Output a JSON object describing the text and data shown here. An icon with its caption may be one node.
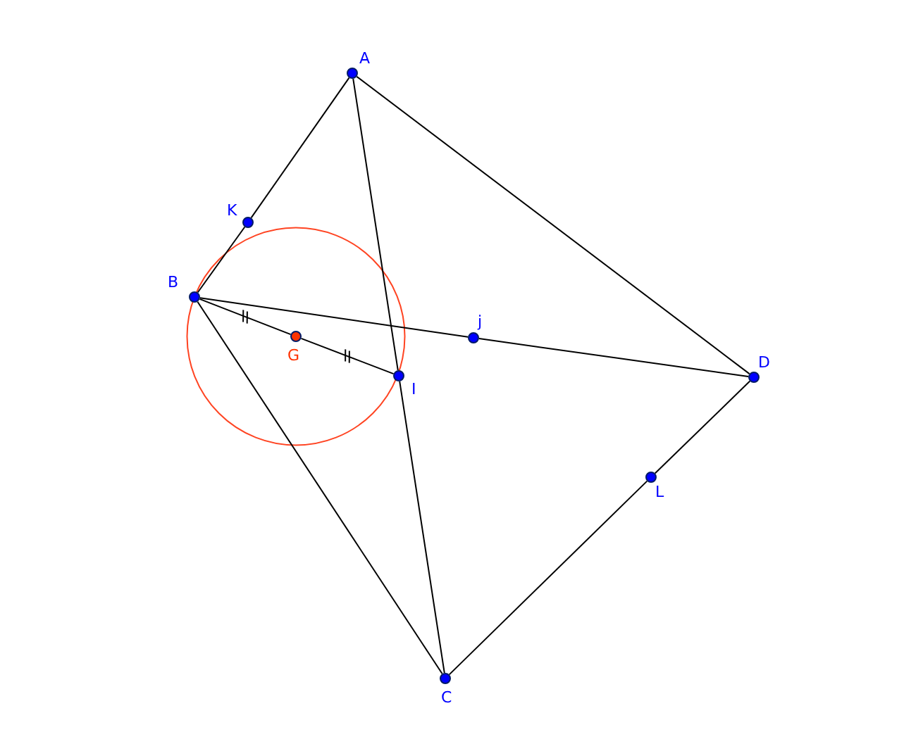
{
  "diagram": {
    "nodes": [
      {
        "text": [],
        "shape": "circle",
        "beside": [
          "A"
        ]
      },
      {
        "text": [],
        "shape": "circle",
        "beside": [
          "K"
        ]
      },
      {
        "text": [],
        "shape": "circle",
        "beside": [
          "B"
        ]
      },
      {
        "text": [],
        "shape": "circle",
        "beside": [
          "G"
        ]
      },
      {
        "text": [],
        "shape": "circle",
        "beside": [
          "I"
        ]
      },
      {
        "text": [],
        "shape": "circle",
        "beside": [
          "j"
        ]
      },
      {
        "text": [],
        "shape": "circle",
        "beside": [
          "D"
        ]
      },
      {
        "text": [],
        "shape": "circle",
        "beside": [
          "L"
        ]
      },
      {
        "text": [],
        "shape": "circle",
        "beside": [
          "C"
        ]
      }
    ],
    "edges": [
      {
        "from": 0,
        "to": 1,
        "arrow": "none"
      },
      {
        "from": 1,
        "to": 2,
        "arrow": "none"
      },
      {
        "from": 0,
        "to": 6,
        "arrow": "none"
      },
      {
        "from": 0,
        "to": 4,
        "arrow": "none"
      },
      {
        "from": 4,
        "to": 8,
        "arrow": "none"
      },
      {
        "from": 2,
        "to": 5,
        "arrow": "none"
      },
      {
        "from": 5,
        "to": 6,
        "arrow": "none"
      },
      {
        "from": 2,
        "to": 8,
        "arrow": "none"
      },
      {
        "from": 8,
        "to": 7,
        "arrow": "none"
      },
      {
        "from": 7,
        "to": 6,
        "arrow": "none"
      },
      {
        "from": 2,
        "to": 3,
        "arrow": "none"
      },
      {
        "from": 3,
        "to": 4,
        "arrow": "none"
      }
    ]
  }
}
